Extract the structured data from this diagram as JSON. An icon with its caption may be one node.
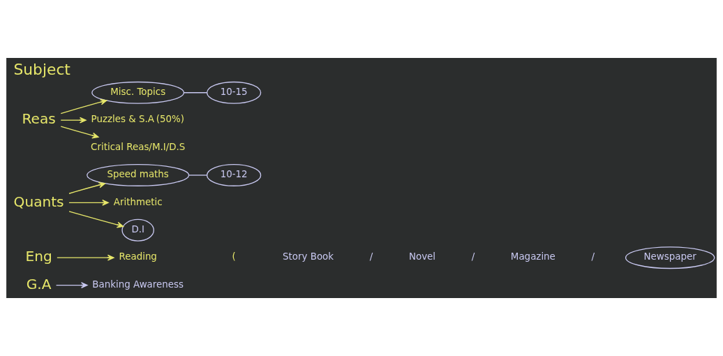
{
  "diagram": {
    "title": "Subject",
    "nodes": [
      {
        "text": [
          "Reas"
        ]
      },
      {
        "text": [
          "Misc. Topics"
        ]
      },
      {
        "text": [
          "10-15"
        ]
      },
      {
        "text": [
          "Puzzles & S.A"
        ],
        "beside": [
          "(50%)"
        ]
      },
      {
        "text": [
          "Critical Reas/M.I/D.S"
        ]
      },
      {
        "text": [
          "Quants"
        ]
      },
      {
        "text": [
          "Speed maths"
        ]
      },
      {
        "text": [
          "10-12"
        ]
      },
      {
        "text": [
          "Arithmetic"
        ]
      },
      {
        "text": [
          "D.I"
        ]
      },
      {
        "text": [
          "Eng"
        ]
      },
      {
        "text": [
          "Reading"
        ]
      },
      {
        "text": [
          "Story Book"
        ]
      },
      {
        "text": [
          "Novel"
        ]
      },
      {
        "text": [
          "Magazine"
        ]
      },
      {
        "text": [
          "Newspaper"
        ]
      },
      {
        "text": [
          "G.A"
        ]
      },
      {
        "text": [
          "Banking Awareness"
        ]
      }
    ],
    "edges": [
      {
        "from": 0,
        "to": 1,
        "arrow": "to"
      },
      {
        "from": 0,
        "to": 3,
        "arrow": "to"
      },
      {
        "from": 0,
        "to": 4,
        "arrow": "to"
      },
      {
        "from": 1,
        "to": 2,
        "arrow": "none",
        "color": "#c8c8f0"
      },
      {
        "from": 5,
        "to": 6,
        "arrow": "to"
      },
      {
        "from": 5,
        "to": 8,
        "arrow": "to"
      },
      {
        "from": 5,
        "to": 9,
        "arrow": "to"
      },
      {
        "from": 6,
        "to": 7,
        "arrow": "none",
        "color": "#c8c8f0"
      },
      {
        "from": 10,
        "to": 11,
        "arrow": "to"
      },
      {
        "from": 16,
        "to": 17,
        "arrow": "to",
        "color": "#c8c8f0"
      }
    ],
    "labels": [
      "(",
      "/",
      "/",
      "/"
    ]
  }
}
